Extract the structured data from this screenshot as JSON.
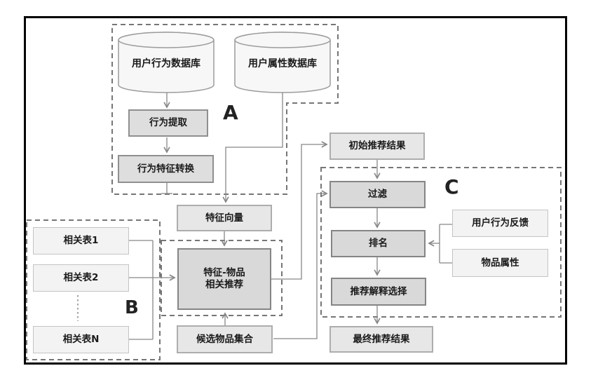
{
  "group_labels": {
    "a": "A",
    "b": "B",
    "c": "C"
  },
  "databases": {
    "behavior_db": "用户行为数据库",
    "attribute_db": "用户属性数据库"
  },
  "nodes": {
    "behavior_extract": "行为提取",
    "behavior_feature_transform": "行为特征转换",
    "feature_vector": "特征向量",
    "related_table_1": "相关表1",
    "related_table_2": "相关表2",
    "related_table_n": "相关表N",
    "feature_item_rec_line1": "特征-物品",
    "feature_item_rec_line2": "相关推荐",
    "candidate_item_set": "候选物品集合",
    "initial_result": "初始推荐结果",
    "filter": "过滤",
    "ranking": "排名",
    "explanation_select": "推荐解释选择",
    "final_result": "最终推荐结果",
    "user_feedback": "用户行为反馈",
    "item_attribute": "物品属性"
  },
  "colors": {
    "frame": "#000000",
    "dashed_border": "#767676",
    "connector": "#878787",
    "dark_box_fill": "#d9d9d9",
    "light_box_fill": "#e7e7e7",
    "lighter_box_fill": "#f3f3f3",
    "cylinder_fill": "#f7f7f7",
    "text": "#1a1a1a"
  }
}
